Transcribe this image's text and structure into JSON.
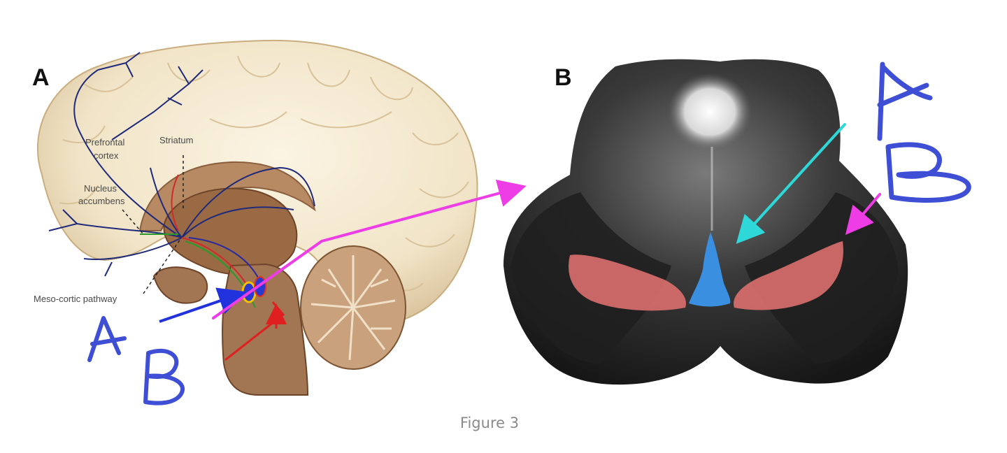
{
  "figure": {
    "caption": "Figure 3"
  },
  "panel_a": {
    "letter": "A",
    "labels": {
      "prefrontal_line1": "Prefrontal",
      "prefrontal_line2": "cortex",
      "striatum": "Striatum",
      "nucleus_line1": "Nucleus",
      "nucleus_line2": "accumbens",
      "pathway": "Meso-cortic pathway"
    },
    "handwritten": {
      "a": "A",
      "b": "B"
    }
  },
  "panel_b": {
    "letter": "B",
    "handwritten": {
      "a": "A",
      "b": "B"
    }
  },
  "colors": {
    "handwriting": "#3e4fd6",
    "magenta_arrow": "#ee3ce6",
    "cyan_arrow": "#2fd8d8",
    "red_region": "#e07070",
    "blue_region": "#3a8fe0",
    "cortex": "#f3e8cf",
    "brainstem": "#a27553",
    "nerve_tracts": "#1f2a7a"
  }
}
